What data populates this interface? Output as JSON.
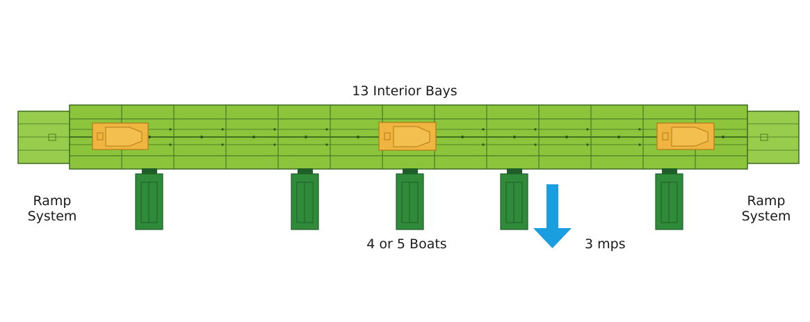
{
  "labels": {
    "interior_bays": "13 Interior Bays",
    "ramp_left_line1": "Ramp",
    "ramp_left_line2": "System",
    "ramp_right_line1": "Ramp",
    "ramp_right_line2": "System",
    "boats": "4 or 5 Boats",
    "current": "3 mps"
  },
  "diagram": {
    "interior_bay_count": 13,
    "boat_count_shown": 5,
    "vehicle_count_shown": 3,
    "current_direction": "down"
  },
  "colors": {
    "deck_green": "#8cc43c",
    "deck_line": "#3d6b1f",
    "ramp_green": "#98cc4c",
    "boat_green": "#2f8a3a",
    "boat_dark": "#1f5e27",
    "vehicle_orange": "#f0b440",
    "vehicle_outline": "#b07a18",
    "arrow_blue": "#1a9ee0"
  }
}
